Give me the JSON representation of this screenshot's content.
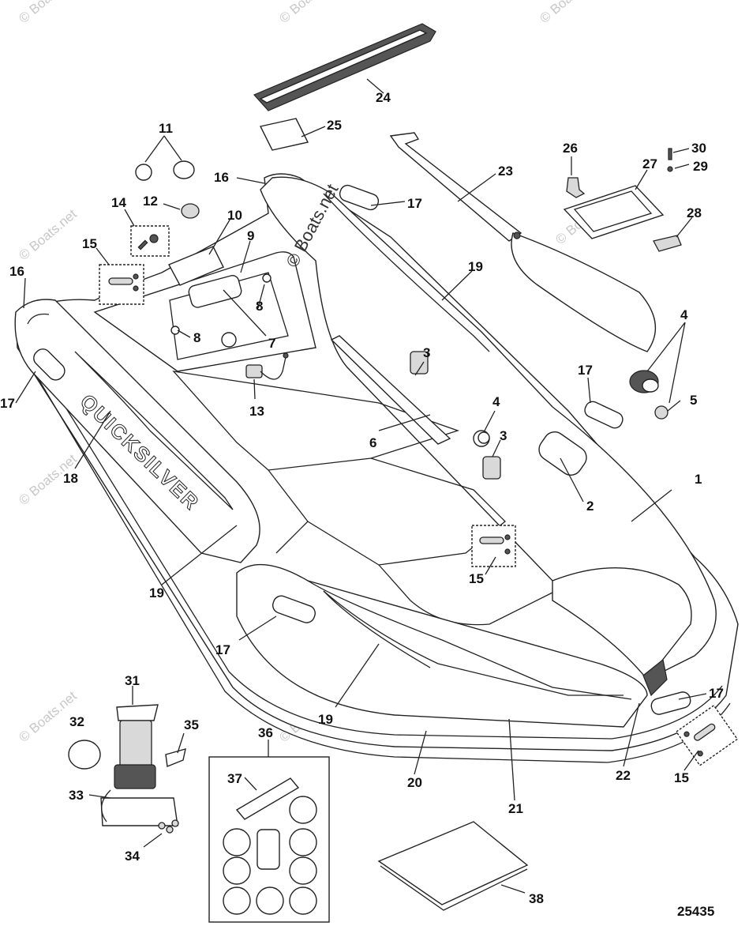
{
  "diagram": {
    "reference_number": "25435",
    "brand_text": "QUICKSILVER",
    "watermark_main": "© Boats.net",
    "watermark_repeat": "© Boats.net",
    "callouts": [
      "1",
      "2",
      "3",
      "3",
      "4",
      "4",
      "5",
      "6",
      "7",
      "8",
      "8",
      "9",
      "10",
      "11",
      "12",
      "13",
      "14",
      "15",
      "15",
      "15",
      "16",
      "16",
      "17",
      "17",
      "17",
      "17",
      "17",
      "18",
      "19",
      "19",
      "19",
      "20",
      "21",
      "22",
      "23",
      "24",
      "25",
      "26",
      "27",
      "28",
      "29",
      "30",
      "31",
      "32",
      "33",
      "34",
      "35",
      "36",
      "37",
      "38"
    ]
  }
}
